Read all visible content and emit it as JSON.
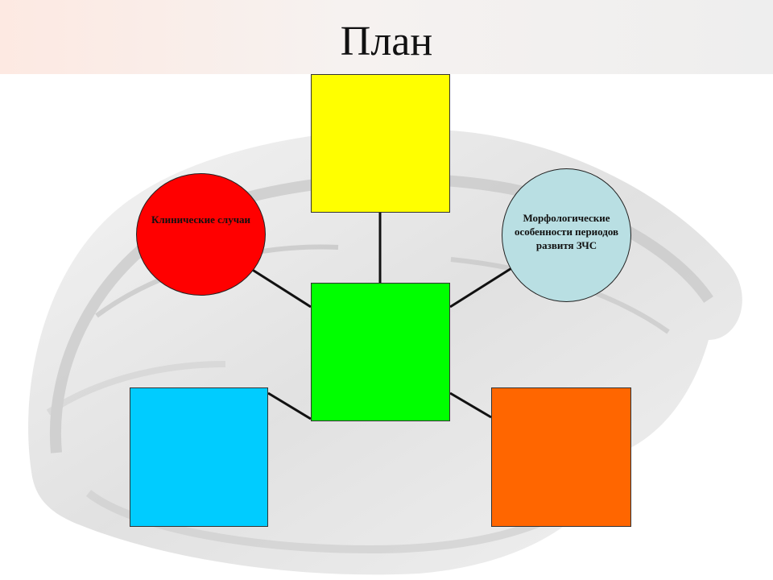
{
  "slide": {
    "title": "План"
  },
  "diagram": {
    "center_color": "#00ff00",
    "top_color": "#ffff00",
    "bottom_left_color": "#00ccff",
    "bottom_right_color": "#ff6600",
    "circle_left": {
      "label": "Клинические случаи",
      "color": "#ff0000"
    },
    "circle_right": {
      "label": "Морфологические особенности периодов развитя ЗЧС",
      "color": "#b9dfe3"
    }
  }
}
